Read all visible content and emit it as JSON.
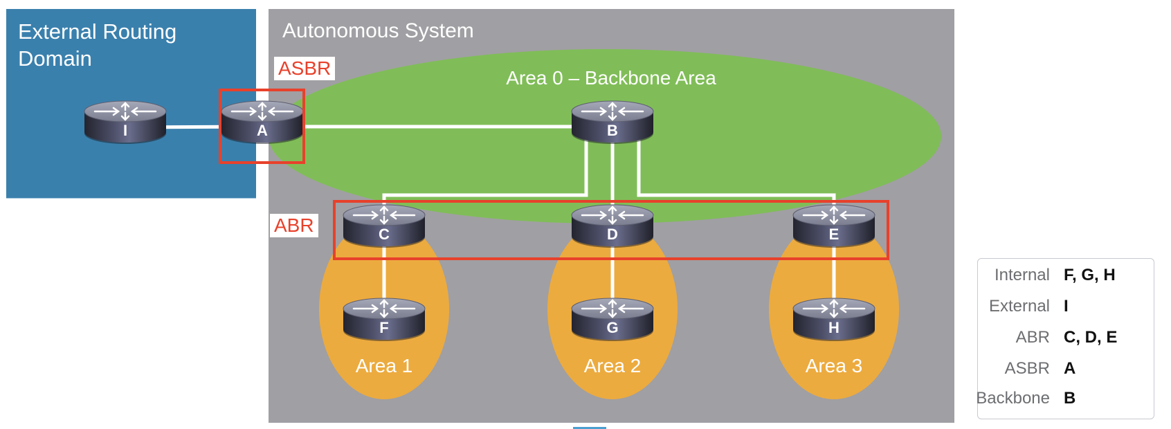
{
  "external_domain": {
    "title_line1": "External Routing",
    "title_line2": "Domain",
    "color": "#3a80ad"
  },
  "autonomous_system": {
    "title": "Autonomous System",
    "color": "#a09fa3"
  },
  "areas": {
    "backbone": {
      "label": "Area 0 – Backbone Area",
      "color": "#80bd58"
    },
    "area1": {
      "label": "Area 1",
      "color": "#ecab3f"
    },
    "area2": {
      "label": "Area 2",
      "color": "#ecab3f"
    },
    "area3": {
      "label": "Area 3",
      "color": "#ecab3f"
    }
  },
  "highlight_tags": {
    "asbr": "ASBR",
    "abr": "ABR",
    "color": "#e8412b"
  },
  "routers": {
    "I": "I",
    "A": "A",
    "B": "B",
    "C": "C",
    "D": "D",
    "E": "E",
    "F": "F",
    "G": "G",
    "H": "H"
  },
  "links": [
    [
      "I",
      "A"
    ],
    [
      "A",
      "B"
    ],
    [
      "B",
      "C"
    ],
    [
      "B",
      "D"
    ],
    [
      "B",
      "E"
    ],
    [
      "C",
      "F"
    ],
    [
      "D",
      "G"
    ],
    [
      "E",
      "H"
    ]
  ],
  "legend": {
    "rows": [
      {
        "key": "Internal",
        "value": "F, G, H"
      },
      {
        "key": "External",
        "value": "I"
      },
      {
        "key": "ABR",
        "value": "C, D, E"
      },
      {
        "key": "ASBR",
        "value": "A"
      },
      {
        "key": "Backbone",
        "value": "B"
      }
    ]
  }
}
